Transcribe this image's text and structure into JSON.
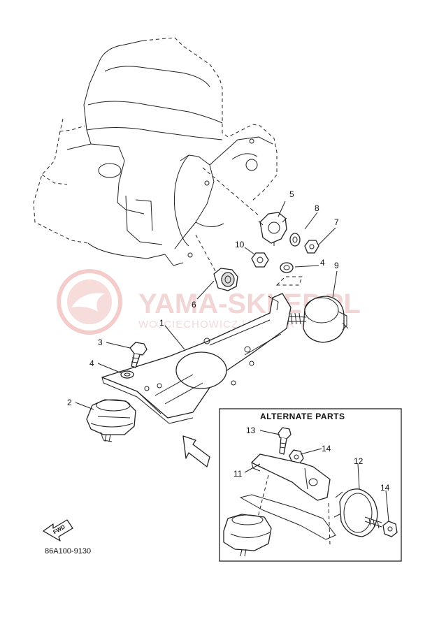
{
  "watermark": {
    "title": "YAMA-SKLEP.PL",
    "subtitle": "WOJCIECHOWICZ | DEALER YAMAHA"
  },
  "alternate_parts": {
    "title": "ALTERNATE PARTS"
  },
  "callouts": {
    "c1": "1",
    "c2": "2",
    "c3": "3",
    "c4a": "4",
    "c4b": "4",
    "c5": "5",
    "c6": "6",
    "c7": "7",
    "c8": "8",
    "c9": "9",
    "c10": "10",
    "c11": "11",
    "c12": "12",
    "c13": "13",
    "c14a": "14",
    "c14b": "14"
  },
  "fwd_label": "FWD",
  "diagram_code": "86A100-9130"
}
